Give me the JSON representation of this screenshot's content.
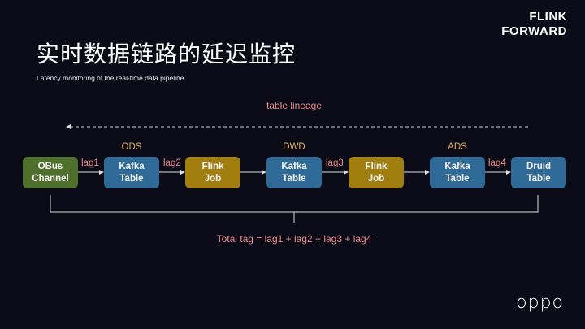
{
  "title": "实时数据链路的延迟监控",
  "subtitle": "Latency monitoring of the real-time data pipeline",
  "logo": {
    "line1": "FLINK",
    "line2": "FORWARD"
  },
  "lineage_label": "table lineage",
  "stages": {
    "ods": "ODS",
    "dwd": "DWD",
    "ads": "ADS"
  },
  "nodes": [
    {
      "line1": "OBus",
      "line2": "Channel"
    },
    {
      "line1": "Kafka",
      "line2": "Table"
    },
    {
      "line1": "Flink",
      "line2": "Job"
    },
    {
      "line1": "Kafka",
      "line2": "Table"
    },
    {
      "line1": "Flink",
      "line2": "Job"
    },
    {
      "line1": "Kafka",
      "line2": "Table"
    },
    {
      "line1": "Druid",
      "line2": "Table"
    }
  ],
  "lags": [
    "lag1",
    "lag2",
    "lag3",
    "lag4"
  ],
  "total": "Total tag = lag1 + lag2 + lag3 + lag4",
  "brand": "oppo",
  "colors": {
    "source": "#4f6f2c",
    "table": "#2f6a96",
    "job": "#a07f10",
    "accent": "#e98c8c",
    "stage": "#e0b060"
  }
}
